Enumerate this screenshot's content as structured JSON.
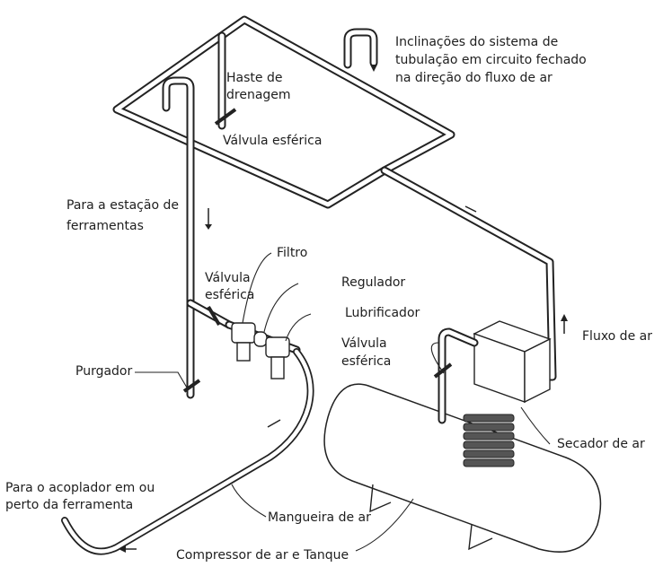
{
  "labels": {
    "inclination_line1": "Inclinações do sistema de",
    "inclination_line2": "tubulação em circuito fechado",
    "inclination_line3": "na direção do fluxo de ar",
    "drain_stem_line1": "Haste de",
    "drain_stem_line2": "drenagem",
    "ball_valve_top": "Válvula esférica",
    "tool_station_line1": "Para a estação de",
    "tool_station_line2": "ferramentas",
    "filter": "Filtro",
    "ball_valve_mid_line1": "Válvula",
    "ball_valve_mid_line2": "esférica",
    "regulator": "Regulador",
    "lubricator": "Lubrificador",
    "ball_valve_right_line1": "Válvula",
    "ball_valve_right_line2": "esférica",
    "air_flow": "Fluxo de ar",
    "drain_trap": "Purgador",
    "air_dryer": "Secador de ar",
    "coupler_line1": "Para o acoplador em ou",
    "coupler_line2": "perto da ferramenta",
    "air_hose": "Mangueira de ar",
    "compressor_tank": "Compressor de ar e Tanque"
  }
}
